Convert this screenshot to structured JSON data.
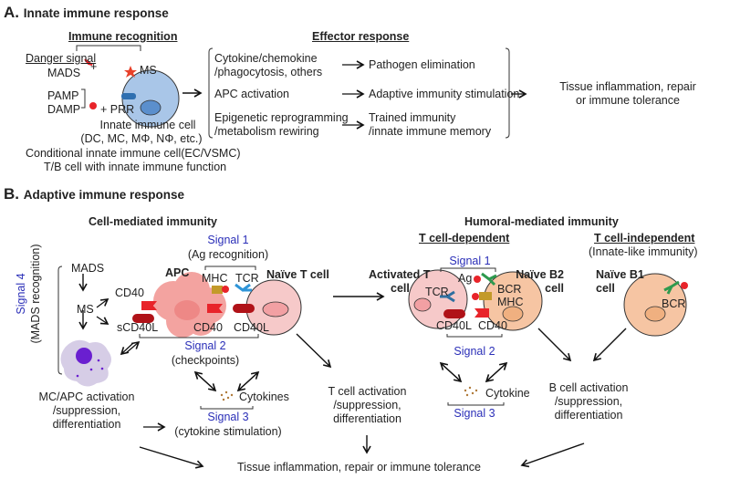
{
  "panelA": {
    "letter": "A.",
    "title": "Innate immune response",
    "immune_recognition": "Immune recognition",
    "danger_signal": "Danger signal",
    "mads": "MADS",
    "plus": "+",
    "pamp": "PAMP",
    "damp": "DAMP",
    "prr": "+ PRR",
    "ms": "MS",
    "innate_cell_lines": [
      "Innate immune cell",
      "(DC, MC, MΦ, NΦ, etc.)",
      "Conditional innate immune cell(EC/VSMC)",
      "T/B cell with innate immune function"
    ],
    "effector_response": "Effector response",
    "effector_rows": [
      {
        "cause": [
          "Cytokine/chemokine",
          "/phagocytosis, others"
        ],
        "effect": [
          "Pathogen elimination"
        ]
      },
      {
        "cause": [
          "APC activation"
        ],
        "effect": [
          "Adaptive immunity stimulation"
        ]
      },
      {
        "cause": [
          "Epigenetic reprogramming",
          " /metabolism rewiring"
        ],
        "effect": [
          "Trained immunity",
          "/innate immune memory"
        ]
      }
    ],
    "outcome": [
      "Tissue inflammation, repair",
      "or immune tolerance"
    ]
  },
  "panelB": {
    "letter": "B.",
    "title": "Adaptive immune response",
    "cell_mediated": {
      "heading": "Cell-mediated immunity",
      "signal1": "Signal 1",
      "signal1_desc": "(Ag recognition)",
      "apc": "APC",
      "naive_t": "Naïve T cell",
      "mhc": "MHC",
      "tcr": "TCR",
      "cd40_left": "CD40",
      "scd40l": "sCD40L",
      "cd40": "CD40",
      "cd40l": "CD40L",
      "mads": "MADS",
      "ms": "MS",
      "signal4": "Signal 4",
      "signal4_desc": "(MADS recognition)",
      "signal2": "Signal 2",
      "signal2_desc": "(checkpoints)",
      "cytokines": "Cytokines",
      "signal3": "Signal 3",
      "signal3_desc": "(cytokine stimulation)",
      "mc_outcome": [
        "MC/APC activation",
        "/suppression,",
        "differentiation"
      ],
      "t_outcome": [
        "T cell activation",
        "/suppression,",
        "differentiation"
      ]
    },
    "humoral": {
      "heading": "Humoral-mediated immunity",
      "t_dependent": "T cell-dependent",
      "t_independent": "T cell-independent",
      "innate_like": "(Innate-like immunity)",
      "activated_t": [
        "Activated T",
        "cell"
      ],
      "naive_b2": [
        "Naïve B2",
        "cell"
      ],
      "naive_b1": [
        "Naïve B1",
        "cell"
      ],
      "signal1": "Signal 1",
      "ag": "Ag",
      "tcr": "TCR",
      "bcr": "BCR",
      "mhc": "MHC",
      "cd40l": "CD40L",
      "cd40": "CD40",
      "signal2": "Signal 2",
      "cytokine": "Cytokine",
      "signal3": "Signal 3",
      "b1_bcr": "BCR",
      "b_outcome": [
        "B cell activation",
        "/suppression,",
        "differentiation"
      ]
    },
    "final_outcome": "Tissue inflammation, repair or immune tolerance"
  },
  "colors": {
    "signal_blue": "#2b2fb8",
    "ms_cell": "#a9c6e8",
    "apc_cell": "#f3a3a0",
    "t_cell": "#f6c9c9",
    "b_cell": "#f6c5a3",
    "cd40_red": "#e8242a",
    "cd40l_darkred": "#b01218",
    "mhc_gold": "#c39a2a",
    "tcr_blue": "#2f6fb0",
    "bcr_green": "#2e9a4e",
    "mc_cell": "#d6cde6",
    "mc_nucleus": "#6a1fd0"
  }
}
